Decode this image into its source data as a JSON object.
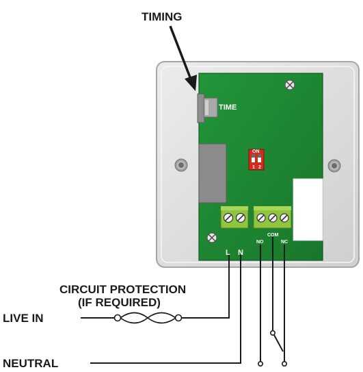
{
  "labels": {
    "timing": "TIMING",
    "time": "TIME",
    "circuit_protection": "CIRCUIT PROTECTION",
    "if_required": "(IF REQUIRED)",
    "live_in": "LIVE IN",
    "neutral": "NEUTRAL",
    "l": "L",
    "n": "N",
    "no": "NO",
    "com": "COM",
    "nc": "NC",
    "dip_on": "ON",
    "dip_1": "1",
    "dip_2": "2"
  },
  "colors": {
    "enclosure": "#e2e2e2",
    "board": "#1f8a34",
    "terminal_block": "#8fc63f",
    "dip_switch": "#d42a1c",
    "wire": "#1a1a1a"
  },
  "icons": {
    "screw": "cross-screw-icon",
    "fuse": "fuse-icon",
    "arrow": "arrow-icon"
  }
}
